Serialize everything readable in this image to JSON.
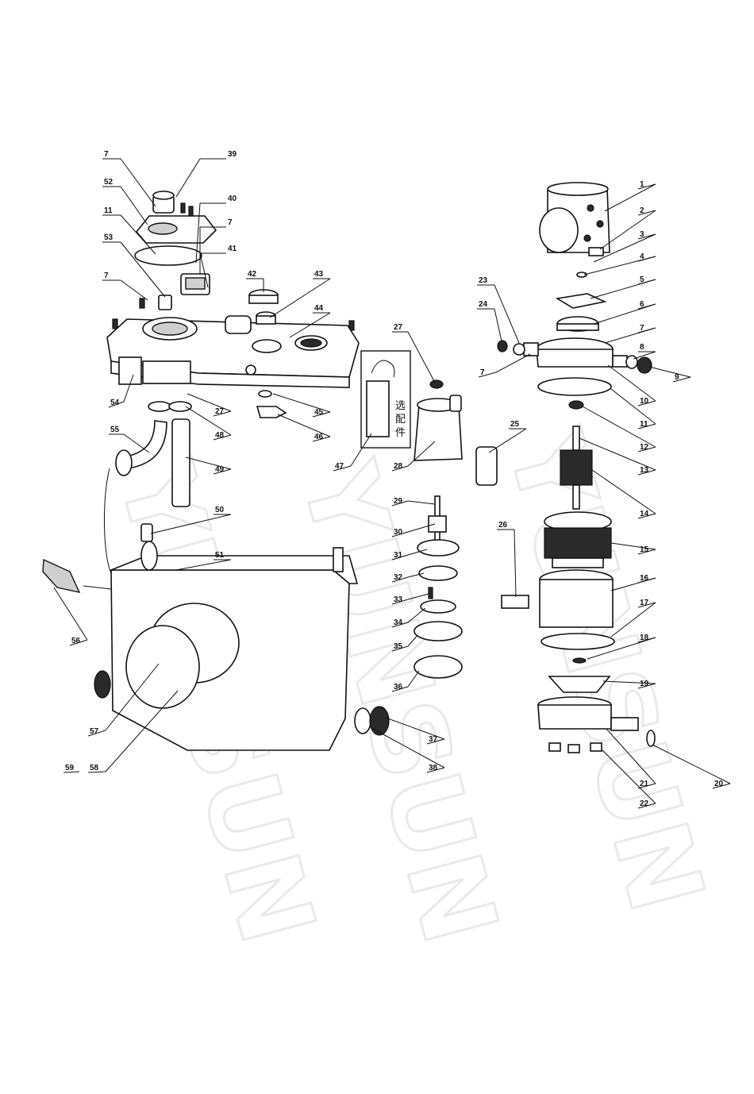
{
  "watermark": "YUNSUN",
  "accessory_box_label": [
    "选",
    "配",
    "件"
  ],
  "callouts": [
    {
      "id": "c-39",
      "label": "39"
    },
    {
      "id": "c-7a",
      "label": "7"
    },
    {
      "id": "c-52",
      "label": "52"
    },
    {
      "id": "c-11a",
      "label": "11"
    },
    {
      "id": "c-40",
      "label": "40"
    },
    {
      "id": "c-7b",
      "label": "7"
    },
    {
      "id": "c-53",
      "label": "53"
    },
    {
      "id": "c-41",
      "label": "41"
    },
    {
      "id": "c-7c",
      "label": "7"
    },
    {
      "id": "c-42",
      "label": "42"
    },
    {
      "id": "c-43",
      "label": "43"
    },
    {
      "id": "c-44",
      "label": "44"
    },
    {
      "id": "c-27a",
      "label": "27"
    },
    {
      "id": "c-54",
      "label": "54"
    },
    {
      "id": "c-27b",
      "label": "27"
    },
    {
      "id": "c-45",
      "label": "45"
    },
    {
      "id": "c-48",
      "label": "48"
    },
    {
      "id": "c-46",
      "label": "46"
    },
    {
      "id": "c-55",
      "label": "55"
    },
    {
      "id": "c-47",
      "label": "47"
    },
    {
      "id": "c-28",
      "label": "28"
    },
    {
      "id": "c-49",
      "label": "49"
    },
    {
      "id": "c-50",
      "label": "50"
    },
    {
      "id": "c-51",
      "label": "51"
    },
    {
      "id": "c-56",
      "label": "56"
    },
    {
      "id": "c-57",
      "label": "57"
    },
    {
      "id": "c-59",
      "label": "59"
    },
    {
      "id": "c-58",
      "label": "58"
    },
    {
      "id": "c-29",
      "label": "29"
    },
    {
      "id": "c-30",
      "label": "30"
    },
    {
      "id": "c-31",
      "label": "31"
    },
    {
      "id": "c-32",
      "label": "32"
    },
    {
      "id": "c-33",
      "label": "33"
    },
    {
      "id": "c-34",
      "label": "34"
    },
    {
      "id": "c-35",
      "label": "35"
    },
    {
      "id": "c-36",
      "label": "36"
    },
    {
      "id": "c-37",
      "label": "37"
    },
    {
      "id": "c-38",
      "label": "38"
    },
    {
      "id": "c-1",
      "label": "1"
    },
    {
      "id": "c-2",
      "label": "2"
    },
    {
      "id": "c-3",
      "label": "3"
    },
    {
      "id": "c-4",
      "label": "4"
    },
    {
      "id": "c-23",
      "label": "23"
    },
    {
      "id": "c-5",
      "label": "5"
    },
    {
      "id": "c-24",
      "label": "24"
    },
    {
      "id": "c-6",
      "label": "6"
    },
    {
      "id": "c-7d",
      "label": "7"
    },
    {
      "id": "c-7e",
      "label": "7"
    },
    {
      "id": "c-8",
      "label": "8"
    },
    {
      "id": "c-9",
      "label": "9"
    },
    {
      "id": "c-10",
      "label": "10"
    },
    {
      "id": "c-11b",
      "label": "11"
    },
    {
      "id": "c-12",
      "label": "12"
    },
    {
      "id": "c-25",
      "label": "25"
    },
    {
      "id": "c-13",
      "label": "13"
    },
    {
      "id": "c-14",
      "label": "14"
    },
    {
      "id": "c-26",
      "label": "26"
    },
    {
      "id": "c-15",
      "label": "15"
    },
    {
      "id": "c-16",
      "label": "16"
    },
    {
      "id": "c-17",
      "label": "17"
    },
    {
      "id": "c-18",
      "label": "18"
    },
    {
      "id": "c-19",
      "label": "19"
    },
    {
      "id": "c-20",
      "label": "20"
    },
    {
      "id": "c-21",
      "label": "21"
    },
    {
      "id": "c-22",
      "label": "22"
    }
  ]
}
